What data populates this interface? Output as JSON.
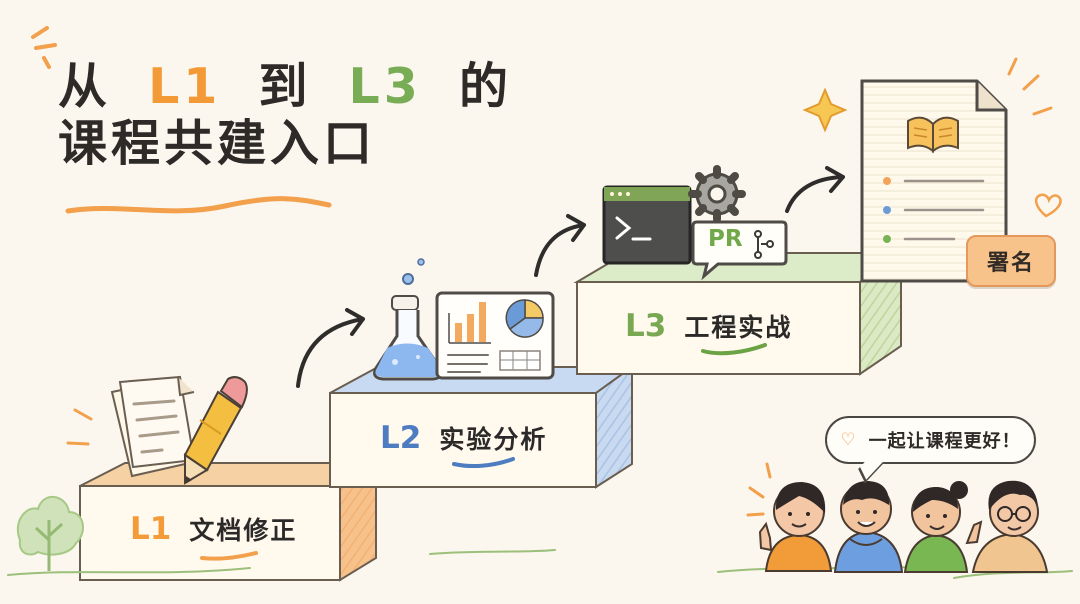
{
  "title": {
    "prefix": "从",
    "level_1": "L1",
    "connector": "到",
    "level_3": "L3",
    "suffix": "的",
    "line_2": "课程共建入口"
  },
  "steps": [
    {
      "code": "L1",
      "name": "文档修正",
      "color": "#f39b38"
    },
    {
      "code": "L2",
      "name": "实验分析",
      "color": "#4d7cc1"
    },
    {
      "code": "L3",
      "name": "工程实战",
      "color": "#79a852"
    }
  ],
  "document_card": {
    "signature_label": "署名"
  },
  "pull_request": {
    "label": "PR"
  },
  "community": {
    "speech": "一起让课程更好！"
  },
  "icons": [
    "pencil-icon",
    "paper-icon",
    "flask-icon",
    "chart-icon",
    "terminal-icon",
    "gear-icon",
    "branch-icon",
    "book-icon",
    "heart-icon",
    "tree-icon"
  ]
}
